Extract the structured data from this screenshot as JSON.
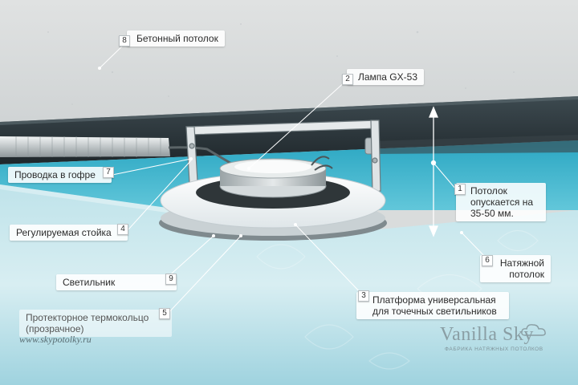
{
  "labels": [
    {
      "id": "concrete-ceiling",
      "number": "8",
      "text": "Бетонный потолок"
    },
    {
      "id": "lamp",
      "number": "2",
      "text": "Лампа GX-53"
    },
    {
      "id": "corrugated-wiring",
      "number": "7",
      "text": "Проводка в гофре"
    },
    {
      "id": "ceiling-drop",
      "number": "1",
      "text": "Потолок опускается на 35-50 мм."
    },
    {
      "id": "adjustable-stand",
      "number": "4",
      "text": "Регулируемая стойка"
    },
    {
      "id": "stretch-ceiling",
      "number": "6",
      "text": "Натяжной потолок"
    },
    {
      "id": "light-fixture",
      "number": "9",
      "text": "Светильник"
    },
    {
      "id": "universal-platform",
      "number": "3",
      "text": "Платформа универсальная для точечных светильников"
    },
    {
      "id": "thermo-ring",
      "number": "5",
      "text": "Протекторное термокольцо (прозрачное)"
    }
  ],
  "website": "www.skypotolky.ru",
  "brand": {
    "name": "Vanilla Sky",
    "tagline": "ФАБРИКА НАТЯЖНЫХ ПОТОЛКОВ",
    "icon": "cloud-icon"
  },
  "colors": {
    "concrete": "#d6d9da",
    "stretch_ceiling": "#3fb8d0",
    "platform": "#f4f6f7",
    "dark_band": "#2c3438"
  }
}
